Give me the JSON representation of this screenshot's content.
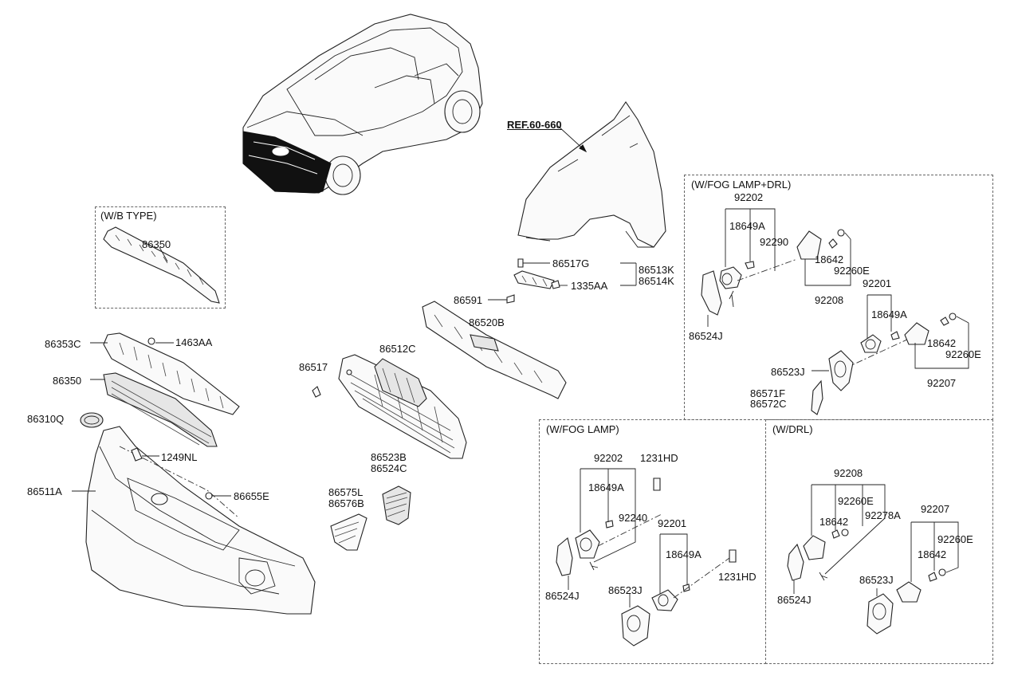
{
  "groups": {
    "wb_type": "(W/B TYPE)",
    "fog_drl": "(W/FOG LAMP+DRL)",
    "fog": "(W/FOG LAMP)",
    "drl": "(W/DRL)"
  },
  "labels": {
    "ref": "REF.60-660",
    "p86350_wb": "86350",
    "p86353C": "86353C",
    "p1463AA": "1463AA",
    "p86350": "86350",
    "p86310Q": "86310Q",
    "p1249NL": "1249NL",
    "p86511A": "86511A",
    "p86655E": "86655E",
    "p86517": "86517",
    "p86512C": "86512C",
    "p86523B": "86523B",
    "p86524C": "86524C",
    "p86575L": "86575L",
    "p86576B": "86576B",
    "p86520B": "86520B",
    "p86591": "86591",
    "p86517G": "86517G",
    "p1335AA": "1335AA",
    "p86513K": "86513K",
    "p86514K": "86514K",
    "fd_92202": "92202",
    "fd_18649A": "18649A",
    "fd_92290": "92290",
    "fd_18642": "18642",
    "fd_92260E": "92260E",
    "fd_92208": "92208",
    "fd_86524J": "86524J",
    "fd_92201": "92201",
    "fd_18649A_2": "18649A",
    "fd_18642_2": "18642",
    "fd_92260E_2": "92260E",
    "fd_92207": "92207",
    "fd_86523J": "86523J",
    "fd_86571F": "86571F",
    "fd_86572C": "86572C",
    "fog_92202": "92202",
    "fog_1231HD": "1231HD",
    "fog_18649A": "18649A",
    "fog_92240": "92240",
    "fog_92201": "92201",
    "fog_18649A_2": "18649A",
    "fog_1231HD_2": "1231HD",
    "fog_86524J": "86524J",
    "fog_86523J": "86523J",
    "drl_92208": "92208",
    "drl_92260E": "92260E",
    "drl_18642": "18642",
    "drl_92278A": "92278A",
    "drl_92207": "92207",
    "drl_92260E_2": "92260E",
    "drl_18642_2": "18642",
    "drl_86524J": "86524J",
    "drl_86523J": "86523J"
  }
}
